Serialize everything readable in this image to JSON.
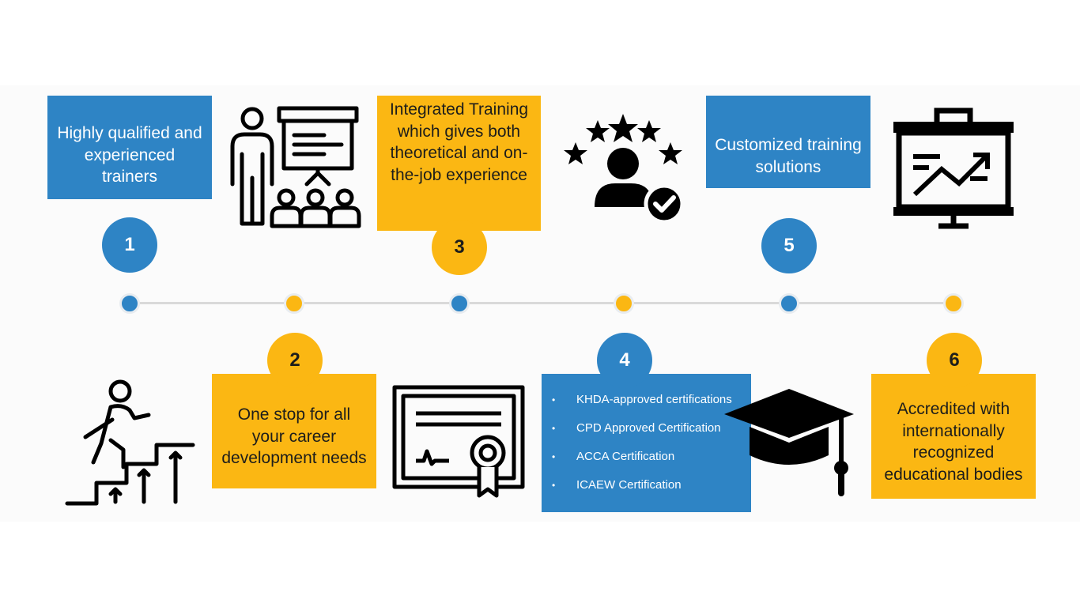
{
  "colors": {
    "blue": "#2e84c5",
    "yellow": "#fbb713",
    "line": "#d9d9d9",
    "icon": "#000000"
  },
  "steps": [
    {
      "number": "1",
      "text": "Highly qualified and experienced trainers",
      "color": "blue",
      "icon": "presentation-audience-icon"
    },
    {
      "number": "2",
      "text": "One stop for all your career development needs",
      "color": "yellow",
      "icon": "career-stairs-icon"
    },
    {
      "number": "3",
      "text": "Integrated Training which gives both theoretical and on-the-job experience",
      "color": "blue",
      "icon": "rated-user-check-icon"
    },
    {
      "number": "4",
      "text": "",
      "color": "blue",
      "icon": "certificate-icon",
      "items": [
        "KHDA-approved certifications",
        "CPD Approved Certification",
        "ACCA Certification",
        "ICAEW Certification"
      ]
    },
    {
      "number": "5",
      "text": "Customized training solutions",
      "color": "blue",
      "icon": "growth-chart-board-icon"
    },
    {
      "number": "6",
      "text": "Accredited with internationally recognized educational bodies",
      "color": "yellow",
      "icon": "graduation-cap-icon"
    }
  ]
}
